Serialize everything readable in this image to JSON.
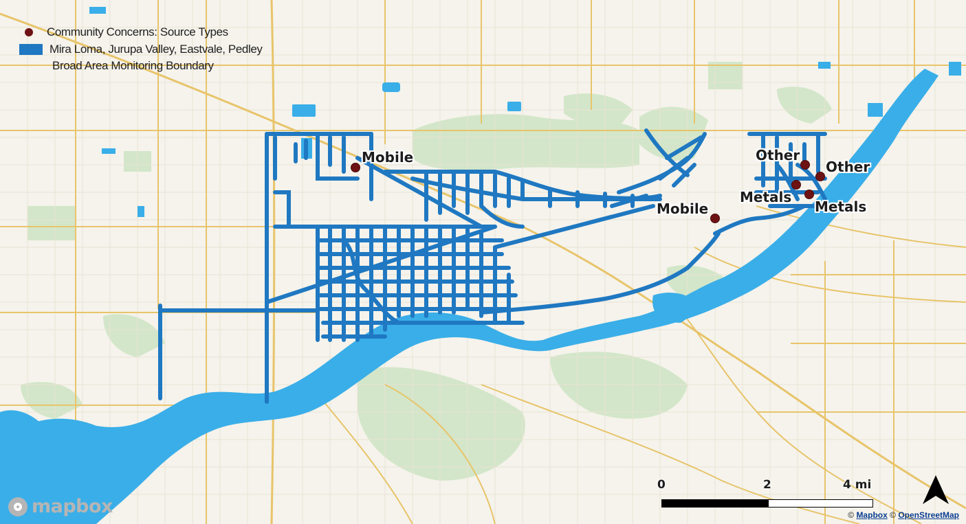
{
  "legend": {
    "concern_label": "Community Concerns: Source Types",
    "boundary_label_line1": "Mira Loma, Jurupa Valley, Eastvale, Pedley",
    "boundary_label_line2": "Broad Area Monitoring Boundary",
    "concern_color": "#6e1214",
    "boundary_color": "#1f78c1"
  },
  "labels": {
    "mobile_west": "Mobile",
    "mobile_east": "Mobile",
    "other_top": "Other",
    "other_right": "Other",
    "metals_left": "Metals",
    "metals_right": "Metals"
  },
  "scale": {
    "tick_0": "0",
    "tick_2": "2",
    "tick_4": "4 mi"
  },
  "north_arrow": "north-arrow-icon",
  "logo": {
    "text": "mapbox"
  },
  "attribution": {
    "copyright": "©",
    "mapbox_link": "Mapbox",
    "osm_link": "OpenStreetMap"
  },
  "colors": {
    "water": "#3aaee8",
    "park": "#cfe3c6",
    "roads_major": "#e6c46b",
    "background": "#f5f3ec"
  }
}
